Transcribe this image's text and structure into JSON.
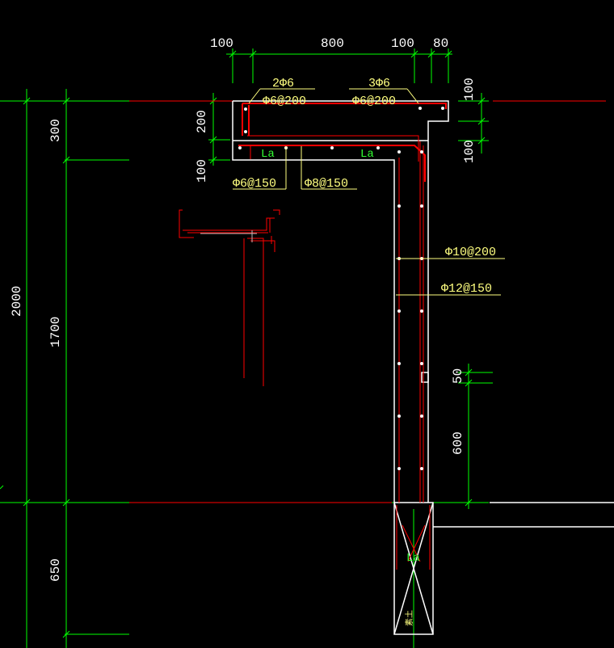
{
  "colors": {
    "background": "#000000",
    "dimension_lines": "#00ff00",
    "rebar": "#ff0000",
    "concrete_outline": "#ffffff",
    "rebar_labels": "#ffff80"
  },
  "top_dimensions": [
    "100",
    "800",
    "100",
    "80"
  ],
  "right_top_dimensions": [
    "100",
    "100"
  ],
  "cap_dimensions": [
    "200",
    "100"
  ],
  "left_dimensions": {
    "total": "2000",
    "upper": "300",
    "middle": "1700",
    "lower": "650"
  },
  "right_lower_dimensions": [
    "50",
    "600"
  ],
  "rebar_labels": {
    "top_left_count": "2Φ6",
    "top_left_stirrup": "Φ6@200",
    "top_right_count": "3Φ6",
    "top_right_stirrup": "Φ6@200",
    "slab_left": "Φ6@150",
    "slab_right": "Φ8@150",
    "wall_upper": "Φ10@200",
    "wall_lower": "Φ12@150"
  },
  "anchorage_labels": [
    "La",
    "La",
    "La"
  ],
  "soil_label": "素土"
}
